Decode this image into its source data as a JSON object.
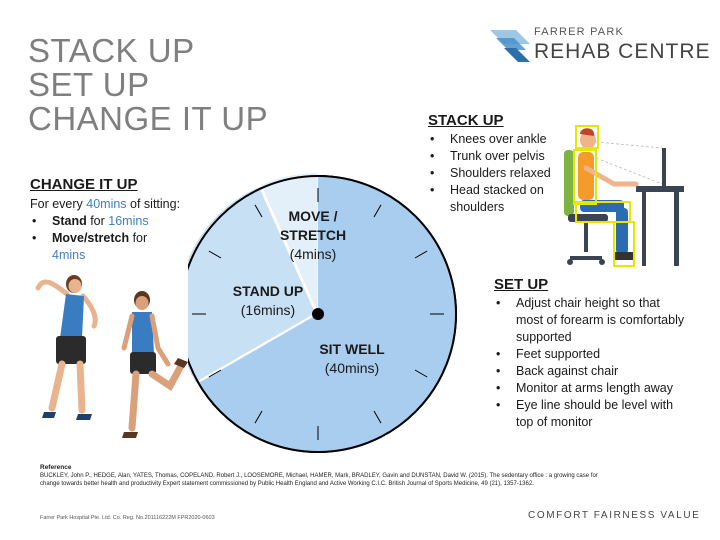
{
  "title": {
    "line1": "STACK UP",
    "line2": "SET UP",
    "line3": "CHANGE IT UP"
  },
  "logo": {
    "top": "FARRER PARK",
    "main": "REHAB CENTRE",
    "color": "#4a90c8"
  },
  "change_it_up": {
    "heading": "CHANGE IT UP",
    "intro_pre": "For every ",
    "intro_highlight": "40mins",
    "intro_post": " of sitting:",
    "items": [
      {
        "bold": "Stand",
        "mid": " for ",
        "highlight": "16mins"
      },
      {
        "bold": "Move/stretch",
        "mid": " for",
        "highlight": "4mins"
      }
    ]
  },
  "stack_up": {
    "heading": "STACK UP",
    "items": [
      "Knees over ankle",
      "Trunk over pelvis",
      "Shoulders relaxed",
      "Head stacked on shoulders"
    ]
  },
  "set_up": {
    "heading": "SET UP",
    "items": [
      "Adjust chair height so that most of forearm is comfortably supported",
      "Feet supported",
      "Back against chair",
      "Monitor at arms length away",
      "Eye line should be level with top of monitor"
    ]
  },
  "wheel": {
    "move": {
      "label": "MOVE / STRETCH",
      "line1": "MOVE /",
      "line2": "STRETCH",
      "sub": "(4mins)"
    },
    "stand": {
      "label": "STAND UP",
      "sub": "(16mins)"
    },
    "sit": {
      "label": "SIT WELL",
      "sub": "(40mins)"
    },
    "colors": {
      "sit": "#a9cdee",
      "stand": "#c8e0f4",
      "move": "#e3eff9",
      "outline": "#000000"
    }
  },
  "reference": {
    "heading": "Reference",
    "text": "BUCKLEY, John P., HEDGE, Alan, YATES, Thomas, COPELAND, Robert J., LOOSEMORE, Michael, HAMER, Mark, BRADLEY, Gavin and DUNSTAN, David W. (2015). The sedentary office : a growing case for change towards better health and productivity Expert statement commissioned by Public Health England and Active Working C.I.C. British Journal of Sports Medicine, 49 (21), 1357-1362."
  },
  "footer": {
    "left": "Farrer Park Hospital Pte. Ltd. Co. Reg. No.201116222M FPR2020-0603",
    "right": "COMFORT  FAIRNESS  VALUE"
  }
}
